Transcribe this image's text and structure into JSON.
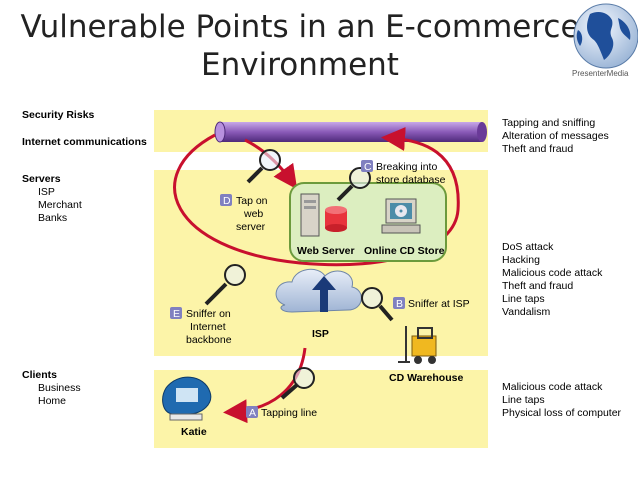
{
  "title": "Vulnerable Points in an E-commerce Environment",
  "logo_text": "PresenterMedia",
  "left_labels": {
    "security_risks": "Security Risks",
    "internet_communications": "Internet communications",
    "servers": "Servers",
    "servers_items": [
      "ISP",
      "Merchant",
      "Banks"
    ],
    "clients": "Clients",
    "clients_items": [
      "Business",
      "Home"
    ]
  },
  "right_labels": {
    "internet": [
      "Tapping and sniffing",
      "Alteration of messages",
      "Theft and fraud"
    ],
    "servers": [
      "DoS attack",
      "Hacking",
      "Malicious code attack",
      "Theft and fraud",
      "Line taps",
      "Vandalism"
    ],
    "clients": [
      "Malicious code attack",
      "Line taps",
      "Physical loss of computer"
    ]
  },
  "diagram": {
    "web_server": "Web Server",
    "online_cd_store": "Online CD Store",
    "isp": "ISP",
    "cd_warehouse": "CD Warehouse",
    "katie": "Katie",
    "points": {
      "a": {
        "letter": "A",
        "text": [
          "Tapping line"
        ]
      },
      "b": {
        "letter": "B",
        "text": [
          "Sniffer at ISP"
        ]
      },
      "c": {
        "letter": "C",
        "text": [
          "Breaking into",
          "store database"
        ]
      },
      "d": {
        "letter": "D",
        "text": [
          "Tap on",
          "web",
          "server"
        ]
      },
      "e": {
        "letter": "E",
        "text": [
          "Sniffer on",
          "Internet",
          "backbone"
        ]
      }
    }
  },
  "colors": {
    "yellow_panel": "#fcf4a8",
    "red_arrow": "#c8102e",
    "pipe": "#8a5ab8",
    "badge": "#8080c0",
    "server_green": "#dceec0",
    "cloud": "#b8c8e0"
  }
}
